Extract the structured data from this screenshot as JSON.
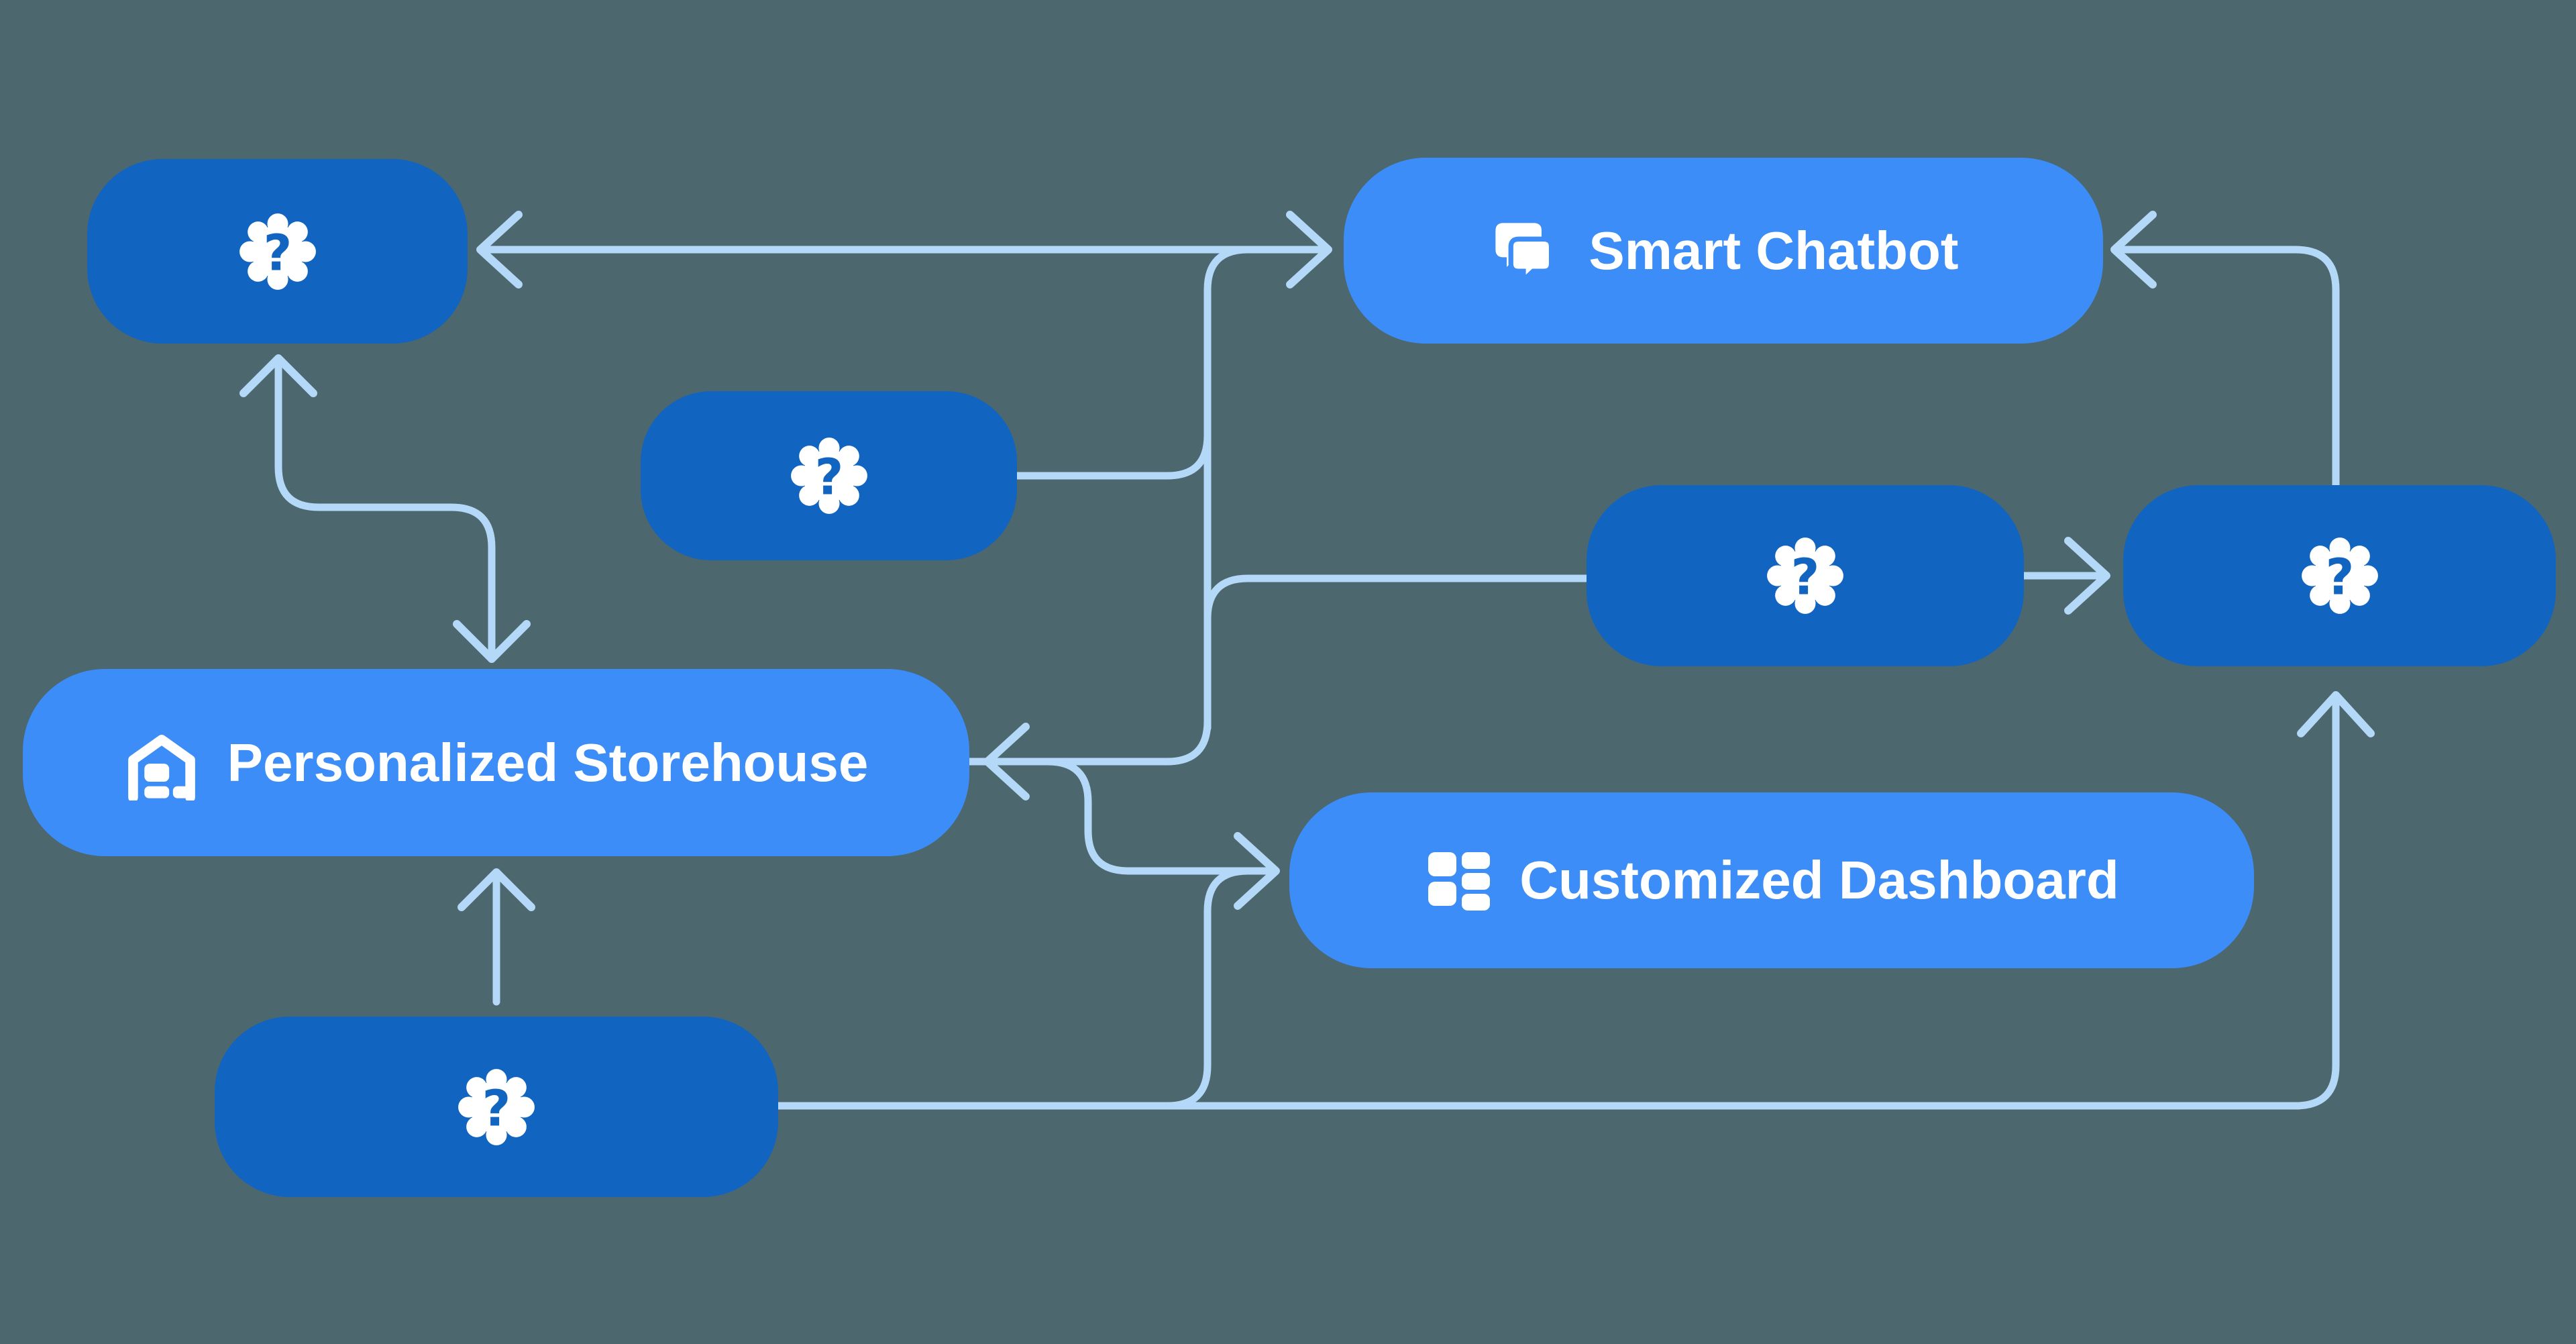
{
  "background": "#4c676e",
  "colors": {
    "node_dark": "#1164c0",
    "node_light": "#3c8df7",
    "connector": "#b3d8f8",
    "icon": "#ffffff",
    "text": "#ffffff"
  },
  "nodes": {
    "unknown_a": {
      "label": "",
      "icon": "seal-question-icon",
      "placeholder_glyph": "?"
    },
    "chatbot": {
      "label": "Smart Chatbot",
      "icon": "chat-bubbles-icon"
    },
    "unknown_b": {
      "label": "",
      "icon": "seal-question-icon",
      "placeholder_glyph": "?"
    },
    "unknown_c": {
      "label": "",
      "icon": "seal-question-icon",
      "placeholder_glyph": "?"
    },
    "unknown_d": {
      "label": "",
      "icon": "seal-question-icon",
      "placeholder_glyph": "?"
    },
    "storehouse": {
      "label": "Personalized Storehouse",
      "icon": "warehouse-icon"
    },
    "dashboard": {
      "label": "Customized Dashboard",
      "icon": "dashboard-grid-icon"
    },
    "unknown_e": {
      "label": "",
      "icon": "seal-question-icon",
      "placeholder_glyph": "?"
    }
  },
  "edges": [
    {
      "from": "unknown_b",
      "to": "chatbot",
      "arrow": "into-chatbot-left"
    },
    {
      "from": "unknown_c",
      "to": "unknown_a",
      "arrow": "into-unknown-a-right"
    },
    {
      "from": "unknown_c",
      "to": "storehouse",
      "arrow": "into-storehouse-right"
    },
    {
      "from": "unknown_c",
      "to": "unknown_d",
      "arrow": "into-unknown-d-left"
    },
    {
      "from": "unknown_d",
      "to": "chatbot",
      "arrow": "into-chatbot-right"
    },
    {
      "from": "storehouse",
      "to": "dashboard",
      "arrow": "into-dashboard-left"
    },
    {
      "from": "storehouse",
      "to": "unknown_a",
      "arrow": "both-ends"
    },
    {
      "from": "unknown_e",
      "to": "storehouse",
      "arrow": "into-storehouse-bottom"
    },
    {
      "from": "unknown_e",
      "to": "dashboard",
      "arrow": "into-dashboard-left"
    },
    {
      "from": "unknown_e",
      "to": "unknown_d",
      "arrow": "into-unknown-d-bottom"
    }
  ]
}
